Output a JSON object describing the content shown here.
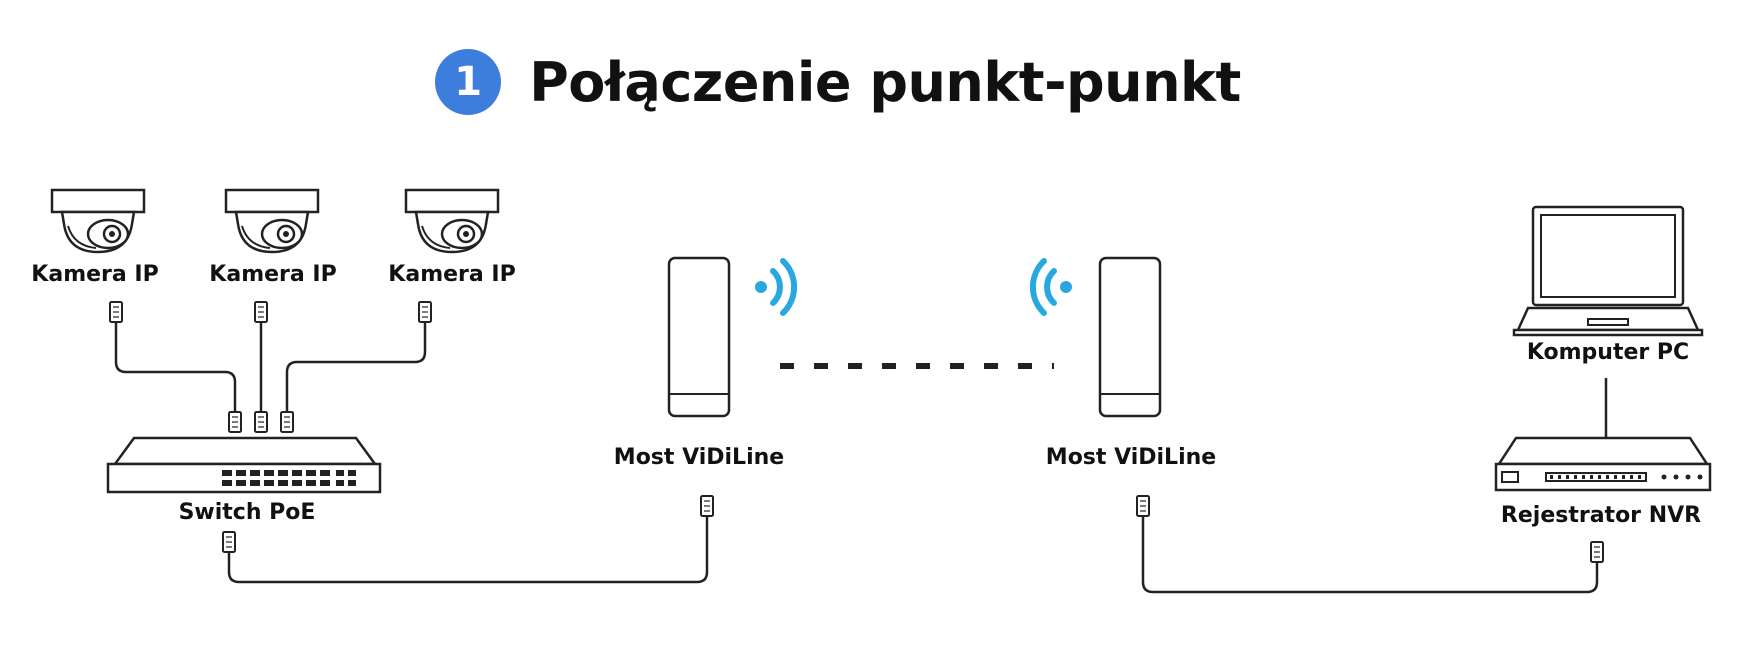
{
  "header": {
    "step_number": "1",
    "title": "Połączenie punkt-punkt"
  },
  "nodes": {
    "camera_1": "Kamera IP",
    "camera_2": "Kamera IP",
    "camera_3": "Kamera IP",
    "switch": "Switch PoE",
    "bridge_left": "Most ViDiLine",
    "bridge_right": "Most ViDiLine",
    "computer": "Komputer PC",
    "recorder": "Rejestrator NVR"
  },
  "colors": {
    "accent": "#3d7ddb",
    "wifi": "#29a8e0",
    "line": "#222222"
  },
  "icons": [
    "dome-camera-icon",
    "poe-switch-icon",
    "wireless-bridge-icon",
    "wifi-signal-icon",
    "laptop-icon",
    "nvr-recorder-icon",
    "rj45-connector-icon"
  ]
}
